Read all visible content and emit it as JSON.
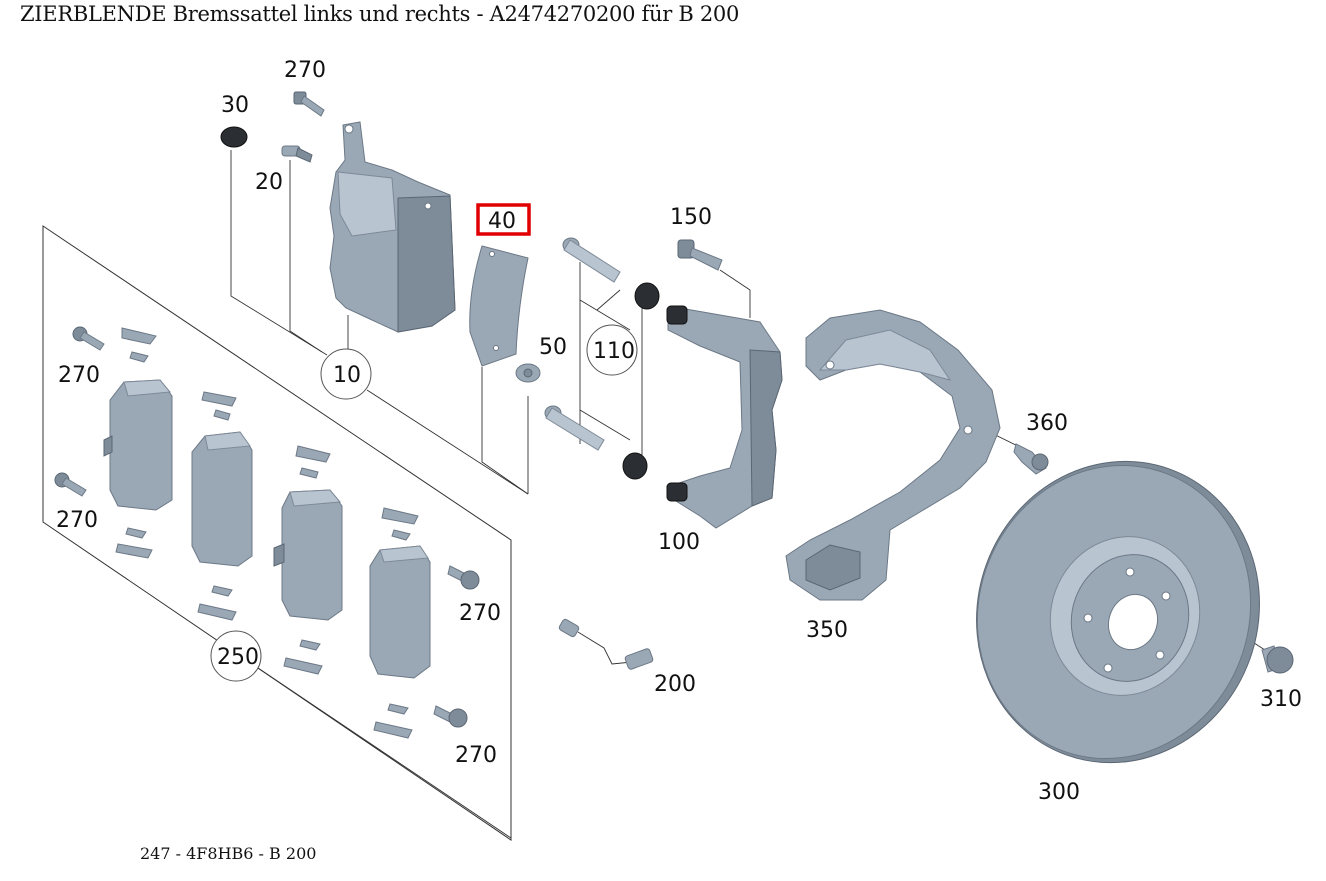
{
  "title": "ZIERBLENDE Bremssattel links und rechts - A2474270200 für B 200",
  "footer": "247 - 4F8HB6 - B 200",
  "highlight_color": "#e10000",
  "callouts": {
    "c270_top": "270",
    "c30": "30",
    "c20": "20",
    "c10": "10",
    "c40": "40",
    "c150": "150",
    "c50": "50",
    "c110": "110",
    "c360": "360",
    "c100": "100",
    "c350": "350",
    "c270_a": "270",
    "c270_b": "270",
    "c270_c": "270",
    "c270_d": "270",
    "c250": "250",
    "c200": "200",
    "c310": "310",
    "c300": "300"
  },
  "highlighted_part": "40"
}
